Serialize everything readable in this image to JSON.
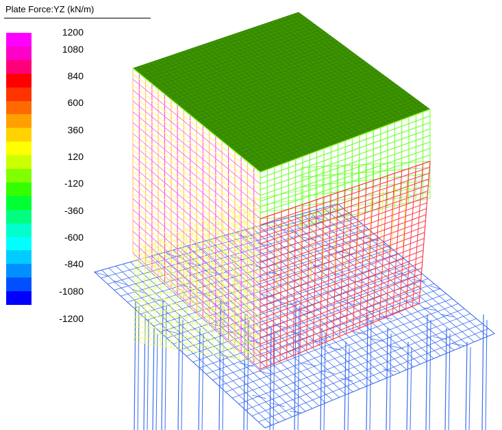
{
  "legend": {
    "title": "Plate Force:YZ (kN/m)",
    "labels": [
      "1200",
      "1080",
      "840",
      "600",
      "360",
      "120",
      "-120",
      "-360",
      "-600",
      "-840",
      "-1080",
      "-1200"
    ],
    "colors": [
      "#ff00ff",
      "#ff00c8",
      "#ff0078",
      "#ff0000",
      "#ff3300",
      "#ff6a00",
      "#ffa000",
      "#ffd200",
      "#ffff00",
      "#ccff00",
      "#80ff00",
      "#33ff00",
      "#00ff33",
      "#00ff80",
      "#00ffcc",
      "#00ffff",
      "#00ccff",
      "#0090ff",
      "#0050ff",
      "#0000ff"
    ]
  },
  "palette": {
    "top_face": "#3d9400",
    "top_face_dark": "#2f7f00",
    "mesh_green_edge": "#9cff3a",
    "left_face_lines": "#ff33ff",
    "left_face_cross": "#ffff44",
    "front_face_lines": "#ff3344",
    "front_face_cross": "#ffcc00",
    "right_face_lines": "#66ff22",
    "base_mesh": "#3a6cf0",
    "inner_wall_lines": "#e8ff55"
  }
}
